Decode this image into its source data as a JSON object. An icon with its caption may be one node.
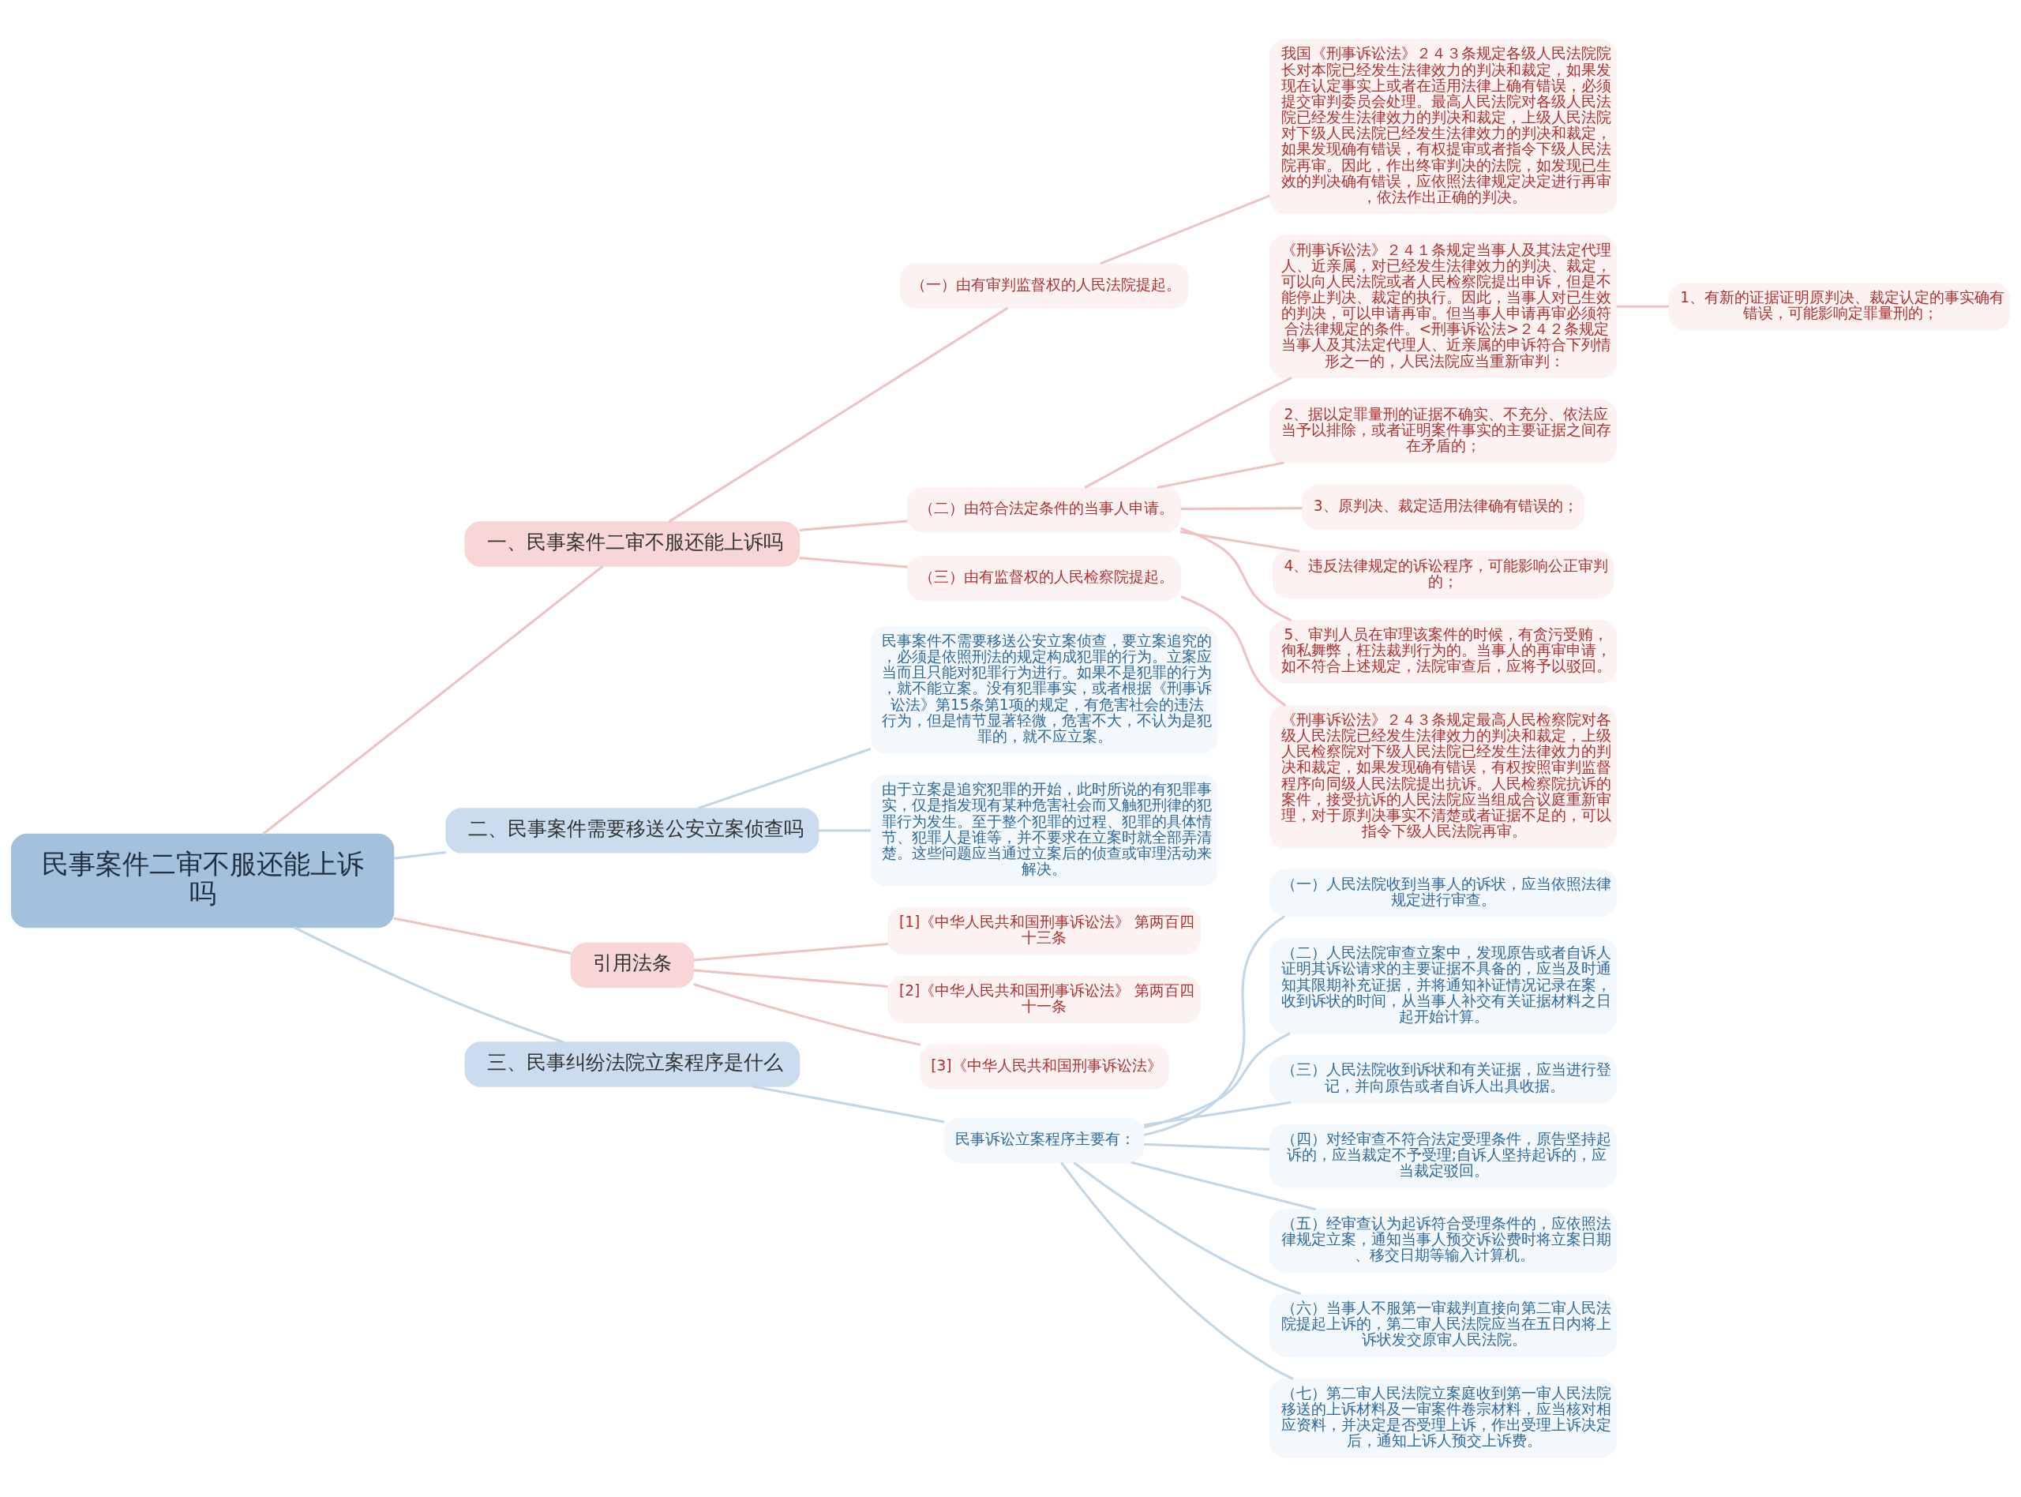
{
  "diagram": {
    "nodes": [
      {
        "text": [
          "民事案件二审不服还能上诉吗"
        ]
      },
      {
        "text": [
          "一、民事案件二审不服还能上诉吗"
        ]
      },
      {
        "text": [
          "（一）由有审判监督权的人民法院提起。"
        ]
      },
      {
        "text": [
          "我国《刑事诉讼法》２４３条规定各级人民法院院长对本院已经发生法律效力的判决和裁定，如果发现在认定事实上或者在适用法律上确有错误，必须提交审判委员会处理。最高人民法院对各级人民法院已经发生法律效力的判决和裁定，上级人民法院对下级人民法院已经发生法律效力的判决和裁定，如果发现确有错误，有权提审或者指令下级人民法院再审。因此，作出终审判决的法院，如发现已生效的判决确有错误，应依照法律规定决定进行再审，依法作出正确的判决。"
        ]
      },
      {
        "text": [
          "（二）由符合法定条件的当事人申请。"
        ]
      },
      {
        "text": [
          "《刑事诉讼法》２４１条规定当事人及其法定代理人、近亲属，对已经发生法律效力的判决、裁定，可以向人民法院或者人民检察院提出申诉，但是不能停止判决、裁定的执行。因此，当事人对已生效的判决，可以申请再审。但当事人申请再审必须符合法律规定的条件。<刑事诉讼法>２４２条规定当事人及其法定代理人、近亲属的申诉符合下列情形之一的，人民法院应当重新审判："
        ]
      },
      {
        "text": [
          "1、有新的证据证明原判决、裁定认定的事实确有错误，可能影响定罪量刑的；"
        ]
      },
      {
        "text": [
          "2、据以定罪量刑的证据不确实、不充分、依法应当予以排除，或者证明案件事实的主要证据之间存在矛盾的；"
        ]
      },
      {
        "text": [
          "3、原判决、裁定适用法律确有错误的；"
        ]
      },
      {
        "text": [
          "4、违反法律规定的诉讼程序，可能影响公正审判的；"
        ]
      },
      {
        "text": [
          "5、审判人员在审理该案件的时候，有贪污受贿，徇私舞弊，枉法裁判行为的。当事人的再审申请，如不符合上述规定，法院审查后，应将予以驳回。"
        ]
      },
      {
        "text": [
          "（三）由有监督权的人民检察院提起。"
        ]
      },
      {
        "text": [
          "《刑事诉讼法》２４３条规定最高人民检察院对各级人民法院已经发生法律效力的判决和裁定，上级人民检察院对下级人民法院已经发生法律效力的判决和裁定，如果发现确有错误，有权按照审判监督程序向同级人民法院提出抗诉。人民检察院抗诉的案件，接受抗诉的人民法院应当组成合议庭重新审理，对于原判决事实不清楚或者证据不足的，可以指令下级人民法院再审。"
        ]
      },
      {
        "text": [
          "二、民事案件需要移送公安立案侦查吗"
        ]
      },
      {
        "text": [
          "民事案件不需要移送公安立案侦查，要立案追究的，必须是依照刑法的规定构成犯罪的行为。立案应当而且只能对犯罪行为进行。如果不是犯罪的行为，就不能立案。没有犯罪事实，或者根据《刑事诉讼法》第15条第1项的规定，有危害社会的违法行为，但是情节显著轻微，危害不大，不认为是犯罪的，就不应立案。"
        ]
      },
      {
        "text": [
          "由于立案是追究犯罪的开始，此时所说的有犯罪事实，仅是指发现有某种危害社会而又触犯刑律的犯罪行为发生。至于整个犯罪的过程、犯罪的具体情节、犯罪人是谁等，并不要求在立案时就全部弄清楚。这些问题应当通过立案后的侦查或审理活动来解决。"
        ]
      },
      {
        "text": [
          "引用法条"
        ]
      },
      {
        "text": [
          "[1]《中华人民共和国刑事诉讼法》 第两百四十三条"
        ]
      },
      {
        "text": [
          "[2]《中华人民共和国刑事诉讼法》 第两百四十一条"
        ]
      },
      {
        "text": [
          "[3]《中华人民共和国刑事诉讼法》"
        ]
      },
      {
        "text": [
          "三、民事纠纷法院立案程序是什么"
        ]
      },
      {
        "text": [
          "民事诉讼立案程序主要有："
        ]
      },
      {
        "text": [
          "（一）人民法院收到当事人的诉状，应当依照法律规定进行审查。"
        ]
      },
      {
        "text": [
          "（二）人民法院审查立案中，发现原告或者自诉人证明其诉讼请求的主要证据不具备的，应当及时通知其限期补充证据，并将通知补证情况记录在案，收到诉状的时间，从当事人补交有关证据材料之日起开始计算。"
        ]
      },
      {
        "text": [
          "（三）人民法院收到诉状和有关证据，应当进行登记，并向原告或者自诉人出具收据。"
        ]
      },
      {
        "text": [
          "（四）对经审查不符合法定受理条件，原告坚持起诉的，应当裁定不予受理;自诉人坚持起诉的，应当裁定驳回。"
        ]
      },
      {
        "text": [
          "（五）经审查认为起诉符合受理条件的，应依照法律规定立案，通知当事人预交诉讼费时将立案日期、移交日期等输入计算机。"
        ]
      },
      {
        "text": [
          "（六）当事人不服第一审裁判直接向第二审人民法院提起上诉的，第二审人民法院应当在五日内将上诉状发交原审人民法院。"
        ]
      },
      {
        "text": [
          "（七）第二审人民法院立案庭收到第一审人民法院移送的上诉材料及一审案件卷宗材料，应当核对相应资料，并决定是否受理上诉，作出受理上诉决定后，通知上诉人预交上诉费。"
        ]
      }
    ],
    "edges": [
      {
        "from": 0,
        "to": 1,
        "arrow": "none"
      },
      {
        "from": 1,
        "to": 2,
        "arrow": "none"
      },
      {
        "from": 2,
        "to": 3,
        "arrow": "none"
      },
      {
        "from": 1,
        "to": 4,
        "arrow": "none"
      },
      {
        "from": 4,
        "to": 5,
        "arrow": "none"
      },
      {
        "from": 5,
        "to": 6,
        "arrow": "none"
      },
      {
        "from": 4,
        "to": 7,
        "arrow": "none"
      },
      {
        "from": 4,
        "to": 8,
        "arrow": "none"
      },
      {
        "from": 4,
        "to": 9,
        "arrow": "none"
      },
      {
        "from": 4,
        "to": 10,
        "arrow": "none"
      },
      {
        "from": 1,
        "to": 11,
        "arrow": "none"
      },
      {
        "from": 11,
        "to": 12,
        "arrow": "none"
      },
      {
        "from": 0,
        "to": 13,
        "arrow": "none",
        "color": "#c3d6e8"
      },
      {
        "from": 13,
        "to": 14,
        "arrow": "none",
        "color": "#c3d6e8"
      },
      {
        "from": 13,
        "to": 15,
        "arrow": "none",
        "color": "#c3d6e8"
      },
      {
        "from": 0,
        "to": 16,
        "arrow": "none"
      },
      {
        "from": 16,
        "to": 17,
        "arrow": "none"
      },
      {
        "from": 16,
        "to": 18,
        "arrow": "none"
      },
      {
        "from": 16,
        "to": 19,
        "arrow": "none"
      },
      {
        "from": 0,
        "to": 20,
        "arrow": "none",
        "color": "#c3d6e8"
      },
      {
        "from": 20,
        "to": 21,
        "arrow": "none",
        "color": "#c3d6e8"
      },
      {
        "from": 21,
        "to": 22,
        "arrow": "none",
        "color": "#c3d6e8"
      },
      {
        "from": 21,
        "to": 23,
        "arrow": "none",
        "color": "#c3d6e8"
      },
      {
        "from": 21,
        "to": 24,
        "arrow": "none",
        "color": "#c3d6e8"
      },
      {
        "from": 21,
        "to": 25,
        "arrow": "none",
        "color": "#c3d6e8"
      },
      {
        "from": 21,
        "to": 26,
        "arrow": "none",
        "color": "#c3d6e8"
      },
      {
        "from": 21,
        "to": 27,
        "arrow": "none",
        "color": "#c3d6e8"
      },
      {
        "from": 21,
        "to": 28,
        "arrow": "none",
        "color": "#c3d6e8"
      }
    ]
  }
}
